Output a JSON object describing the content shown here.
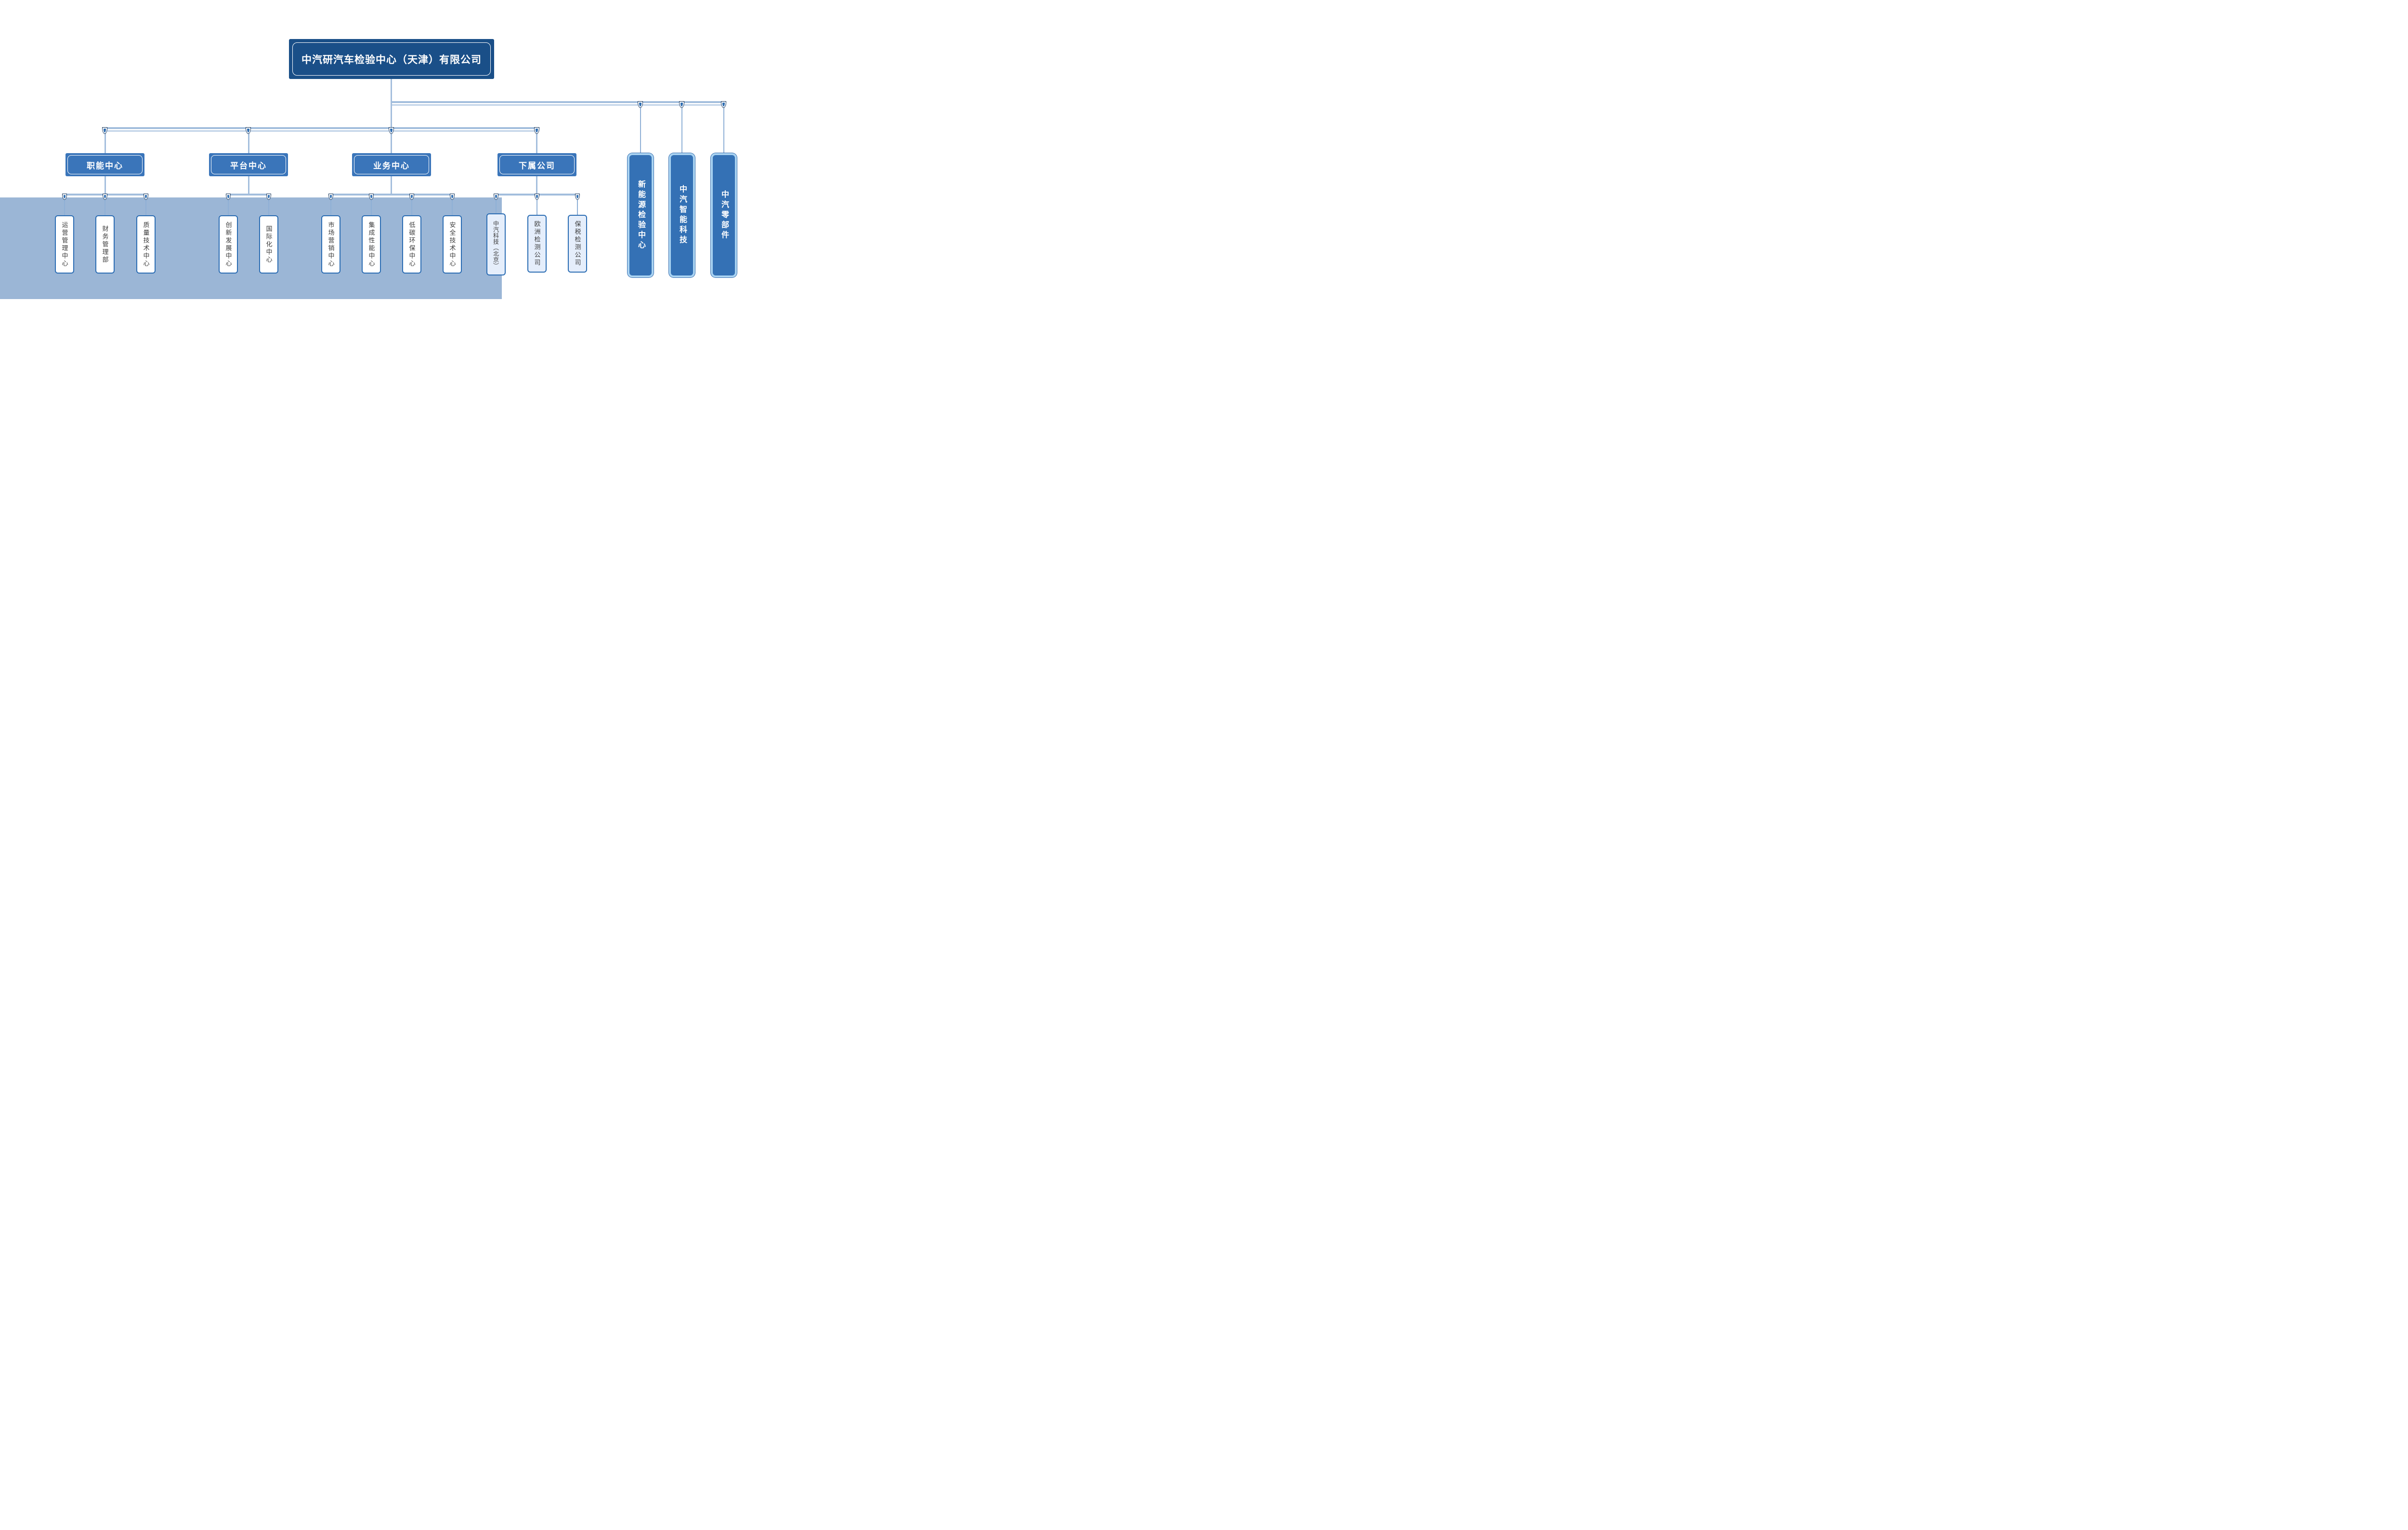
{
  "root": {
    "label": "中汽研汽车检验中心（天津）有限公司"
  },
  "level2": [
    {
      "label": "职能中心",
      "children": [
        "运营管理中心",
        "财务管理部",
        "质量技术中心"
      ]
    },
    {
      "label": "平台中心",
      "children": [
        "创新发展中心",
        "国际化中心"
      ]
    },
    {
      "label": "业务中心",
      "children": [
        "市场营销中心",
        "集成性能中心",
        "低碳环保中心",
        "安全技术中心"
      ]
    },
    {
      "label": "下属公司",
      "children": [
        "中汽科技（北京）",
        "欧洲检测公司",
        "保税检测公司"
      ]
    }
  ],
  "right_branches": [
    {
      "label": "新能源检验中心"
    },
    {
      "label": "中汽智能科技"
    },
    {
      "label": "中汽零部件"
    }
  ],
  "icons": {
    "junction": "junction-node-icon"
  },
  "colors": {
    "root_fill": "#1a4f88",
    "branch_fill": "#3a75ba",
    "right_box_fill": "#3471b5",
    "right_box_border": "#a9d3f2",
    "box_border": "#2a6cb3",
    "light_box_fill": "#e5eefb",
    "connector": "#a3bedd",
    "node_icon_fill": "#2e6db1",
    "background_panel": "#9bb6d6",
    "text_dark": "#3b3b3b"
  }
}
